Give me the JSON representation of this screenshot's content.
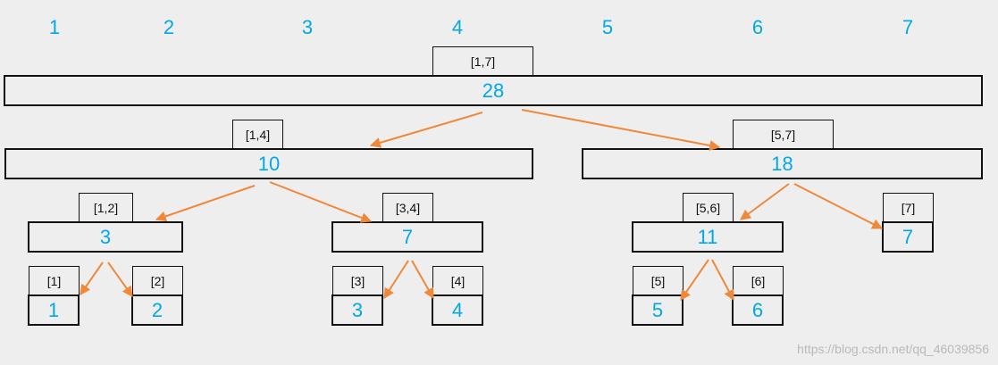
{
  "indices": [
    "1",
    "2",
    "3",
    "4",
    "5",
    "6",
    "7"
  ],
  "nodes": {
    "root": {
      "range": "[1,7]",
      "sum": "28"
    },
    "l": {
      "range": "[1,4]",
      "sum": "10"
    },
    "r": {
      "range": "[5,7]",
      "sum": "18"
    },
    "ll": {
      "range": "[1,2]",
      "sum": "3"
    },
    "lr": {
      "range": "[3,4]",
      "sum": "7"
    },
    "rl": {
      "range": "[5,6]",
      "sum": "11"
    },
    "rr": {
      "range": "[7]",
      "sum": "7"
    },
    "lll": {
      "range": "[1]",
      "sum": "1"
    },
    "llr": {
      "range": "[2]",
      "sum": "2"
    },
    "lrl": {
      "range": "[3]",
      "sum": "3"
    },
    "lrr": {
      "range": "[4]",
      "sum": "4"
    },
    "rll": {
      "range": "[5]",
      "sum": "5"
    },
    "rlr": {
      "range": "[6]",
      "sum": "6"
    }
  },
  "watermark": "https://blog.csdn.net/qq_46039856",
  "colors": {
    "value": "#00a8e8",
    "arrow": "#f0883a",
    "border": "#111111",
    "background": "#eeeeee"
  }
}
